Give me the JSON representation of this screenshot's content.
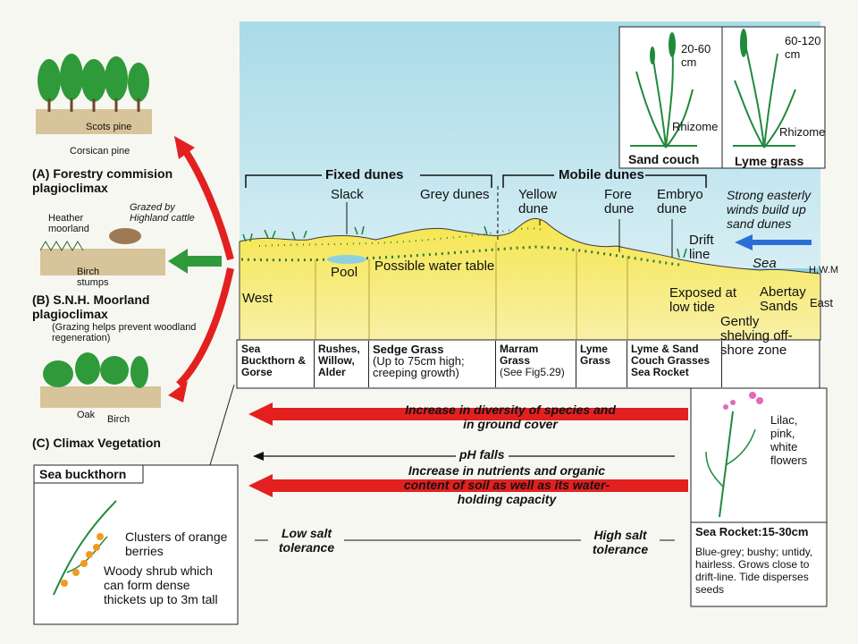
{
  "left": {
    "scots_pine": "Scots pine",
    "corsican_pine": "Corsican pine",
    "a_title": "(A)  Forestry commision plagioclimax",
    "heather": "Heather moorland",
    "grazed": "Grazed by Highland cattle",
    "birch_stumps": "Birch stumps",
    "b_title": "(B)  S.N.H. Moorland plagioclimax",
    "b_note": "(Grazing helps prevent woodland regeneration)",
    "oak": "Oak",
    "birch": "Birch",
    "c_title": "(C)  Climax Vegetation"
  },
  "dunes": {
    "fixed": "Fixed dunes",
    "mobile": "Mobile dunes",
    "slack": "Slack",
    "grey": "Grey dunes",
    "yellow": "Yellow dune",
    "fore": "Fore dune",
    "embryo": "Embryo dune",
    "wind_note": "Strong easterly winds build up sand dunes",
    "drift": "Drift line",
    "sea": "Sea",
    "hwm": "H.W.M",
    "pool": "Pool",
    "water_table": "Possible water table",
    "west": "West",
    "east": "East",
    "exposed": "Exposed at low tide",
    "abertay": "Abertay Sands",
    "shelving": "Gently shelving off-shore zone"
  },
  "grasses": {
    "sand_height": "20-60 cm",
    "lyme_height": "60-120 cm",
    "rhizome": "Rhizome",
    "sand_couch": "Sand couch",
    "lyme_grass": "Lyme grass"
  },
  "vegetation_row": [
    {
      "title": "Sea Buckthorn & Gorse",
      "sub": ""
    },
    {
      "title": "Rushes, Willow, Alder",
      "sub": ""
    },
    {
      "title": "Sedge Grass",
      "sub": "(Up to 75cm high; creeping growth)"
    },
    {
      "title": "Marram Grass",
      "sub": "(See Fig5.29)"
    },
    {
      "title": "Lyme Grass",
      "sub": ""
    },
    {
      "title": "Lyme & Sand Couch Grasses Sea Rocket",
      "sub": ""
    }
  ],
  "gradients": {
    "diversity": "Increase in diversity of species and in ground cover",
    "ph": "pH falls",
    "nutrients": "Increase in nutrients and organic content of soil as well as its water-holding capacity",
    "low_salt": "Low salt tolerance",
    "high_salt": "High salt tolerance"
  },
  "sea_buckthorn": {
    "title": "Sea buckthorn",
    "berries": "Clusters of orange berries",
    "shrub": "Woody shrub which can form dense thickets up to 3m tall"
  },
  "sea_rocket": {
    "flowers": "Lilac, pink, white flowers",
    "title": "Sea Rocket:15-30cm",
    "desc": "Blue-grey; bushy; untidy, hairless. Grows close to drift-line. Tide disperses seeds"
  },
  "colors": {
    "sky": "#bfe3ee",
    "sand": "#f2e24a",
    "arrow_red": "#e32020",
    "arrow_blue": "#2a6fd6",
    "green_arrow": "#2e9a3a"
  }
}
